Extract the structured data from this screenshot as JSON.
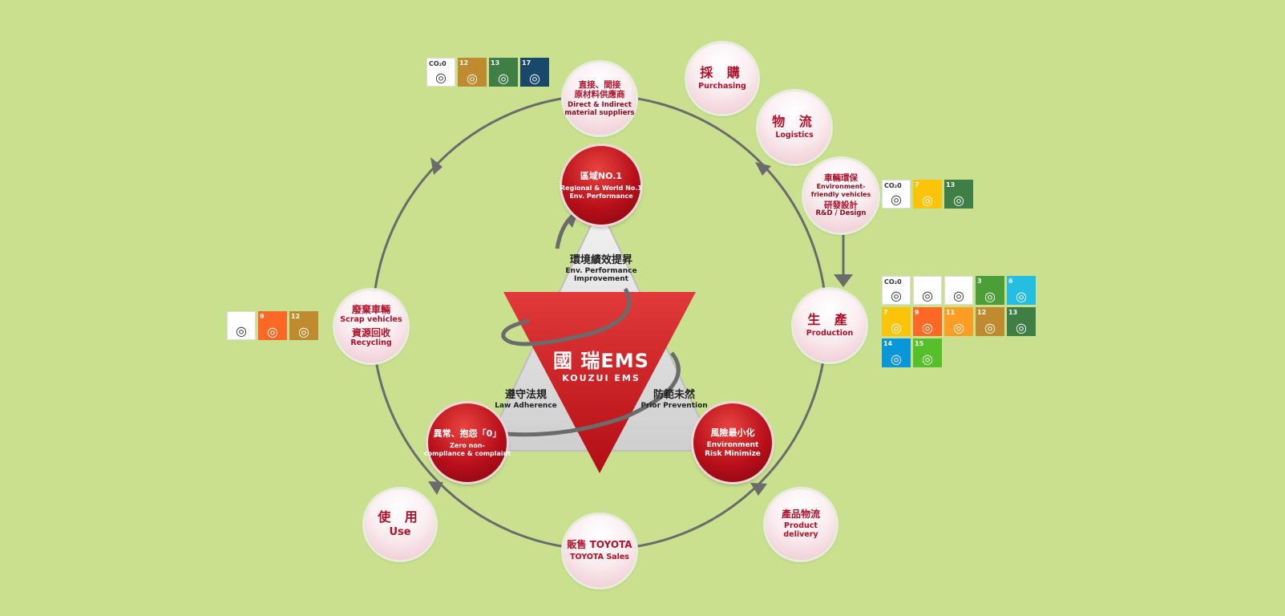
{
  "nodes": {
    "suppliers": {
      "zh": "直接、間接\n原材料供應商",
      "en": "Direct & Indirect\nmaterial suppliers"
    },
    "purchasing": {
      "zh": "採 購",
      "en": "Purchasing"
    },
    "logistics": {
      "zh": "物 流",
      "en": "Logistics"
    },
    "design": {
      "zh1": "車輛環保",
      "en1": "Environment-\nfriendly vehicles",
      "zh2": "研發設計",
      "en2": "R&D / Design"
    },
    "production": {
      "zh": "生 產",
      "en": "Production"
    },
    "delivery": {
      "zh": "產品物流",
      "en": "Product delivery"
    },
    "sales": {
      "zh": "販售 TOYOTA",
      "en": "TOYOTA Sales"
    },
    "use": {
      "zh": "使 用",
      "en": "Use"
    },
    "recycling": {
      "zh1": "廢棄車輛",
      "en1": "Scrap vehicles",
      "zh2": "資源回收",
      "en2": "Recycling"
    }
  },
  "red_circles": {
    "top": {
      "t1": "區域NO.1",
      "t2": "Regional & World No.1\nEnv. Performance"
    },
    "left": {
      "t1": "異常、抱怨「0」",
      "t2": "Zero non-\ncompliance & complaint"
    },
    "right": {
      "t1": "風險最小化",
      "t2": "Environment\nRisk Minimize"
    }
  },
  "triangle_labels": {
    "top": {
      "zh": "環境績效提昇",
      "en": "Env. Performance\nImprovement"
    },
    "left": {
      "zh": "遵守法規",
      "en": "Law Adherence"
    },
    "right": {
      "zh": "防範未然",
      "en": "Prior Prevention"
    }
  },
  "center": {
    "title": "國 瑞EMS",
    "sub": "KOUZUI EMS"
  },
  "sdg_groups": {
    "suppliers": [
      {
        "label": "CO₂0",
        "color": "#ffffff"
      },
      {
        "label": "12",
        "color": "#bf8b2e"
      },
      {
        "label": "13",
        "color": "#3f7e44"
      },
      {
        "label": "17",
        "color": "#19486a"
      }
    ],
    "design": [
      {
        "label": "CO₂0",
        "color": "#ffffff"
      },
      {
        "label": "7",
        "color": "#fcc30b"
      },
      {
        "label": "13",
        "color": "#3f7e44"
      }
    ],
    "production": [
      {
        "label": "CO₂0",
        "color": "#ffffff"
      },
      {
        "label": "",
        "color": "#ffffff"
      },
      {
        "label": "",
        "color": "#ffffff"
      },
      {
        "label": "3",
        "color": "#4c9f38"
      },
      {
        "label": "6",
        "color": "#26bde2"
      },
      {
        "label": "7",
        "color": "#fcc30b"
      },
      {
        "label": "9",
        "color": "#fd6925"
      },
      {
        "label": "11",
        "color": "#fd9d24"
      },
      {
        "label": "12",
        "color": "#bf8b2e"
      },
      {
        "label": "13",
        "color": "#3f7e44"
      },
      {
        "label": "14",
        "color": "#0a97d9"
      },
      {
        "label": "15",
        "color": "#56c02b"
      }
    ],
    "recycling": [
      {
        "label": "",
        "color": "#ffffff"
      },
      {
        "label": "9",
        "color": "#fd6925"
      },
      {
        "label": "12",
        "color": "#bf8b2e"
      }
    ]
  },
  "colors": {
    "background": "#c9e18f",
    "ring": "#6b6b6b",
    "accent_red": "#c8102e",
    "node_text": "#b0102a"
  }
}
